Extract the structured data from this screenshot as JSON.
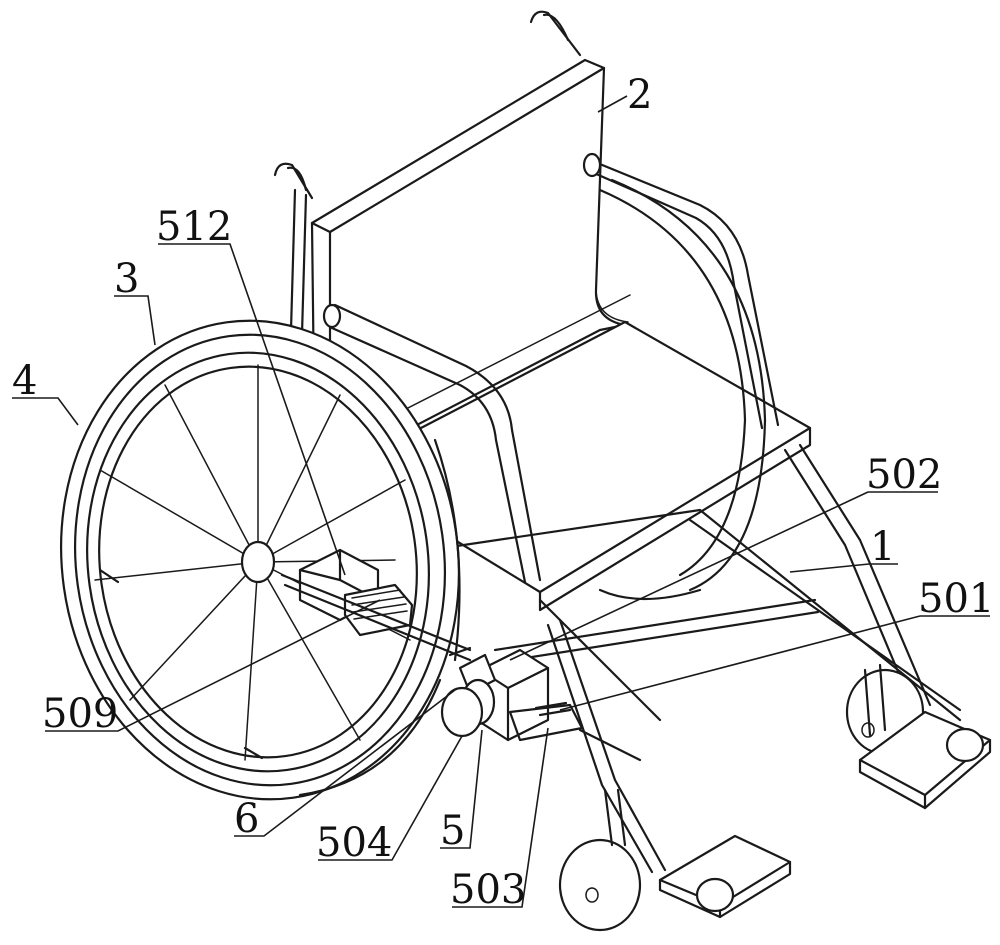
{
  "labels": {
    "l2": "2",
    "l512": "512",
    "l3": "3",
    "l4": "4",
    "l502": "502",
    "l1": "1",
    "l501": "501",
    "l509": "509",
    "l6": "6",
    "l504": "504",
    "l5": "5",
    "l503": "503"
  },
  "colors": {
    "line": "#1a1a1a",
    "background": "#ffffff"
  }
}
